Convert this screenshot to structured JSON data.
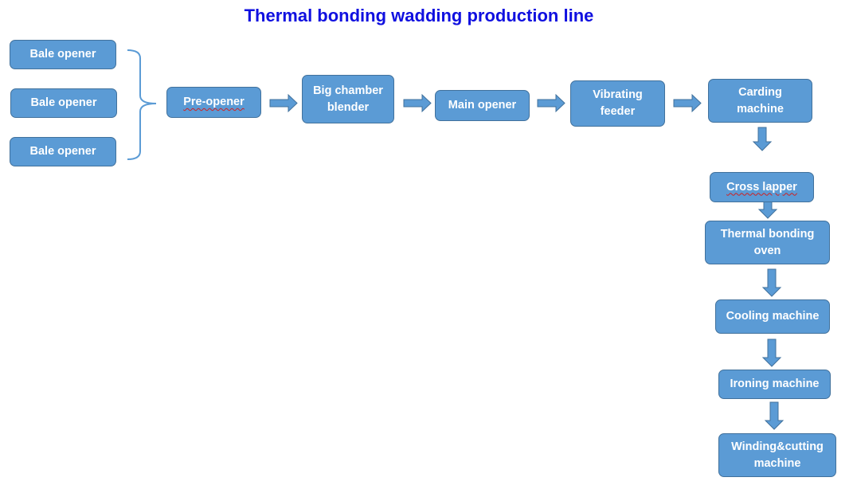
{
  "title": "Thermal bonding wadding production line",
  "colors": {
    "title": "#1010e0",
    "box_fill": "#5b9bd5",
    "box_border": "#41719c",
    "box_text": "#ffffff",
    "spell_underline": "#d02020"
  },
  "steps": {
    "bale_opener_1": "Bale opener",
    "bale_opener_2": "Bale opener",
    "bale_opener_3": "Bale opener",
    "pre_opener": "Pre-opener",
    "big_chamber_blender": "Big chamber\nblender",
    "main_opener": "Main opener",
    "vibrating_feeder": "Vibrating\nfeeder",
    "carding_machine": "Carding\nmachine",
    "cross_lapper": "Cross lapper",
    "thermal_bonding_oven": "Thermal bonding\noven",
    "cooling_machine": "Cooling machine",
    "ironing_machine": "Ironing machine",
    "winding_cutting_machine": "Winding&cutting\nmachine"
  }
}
